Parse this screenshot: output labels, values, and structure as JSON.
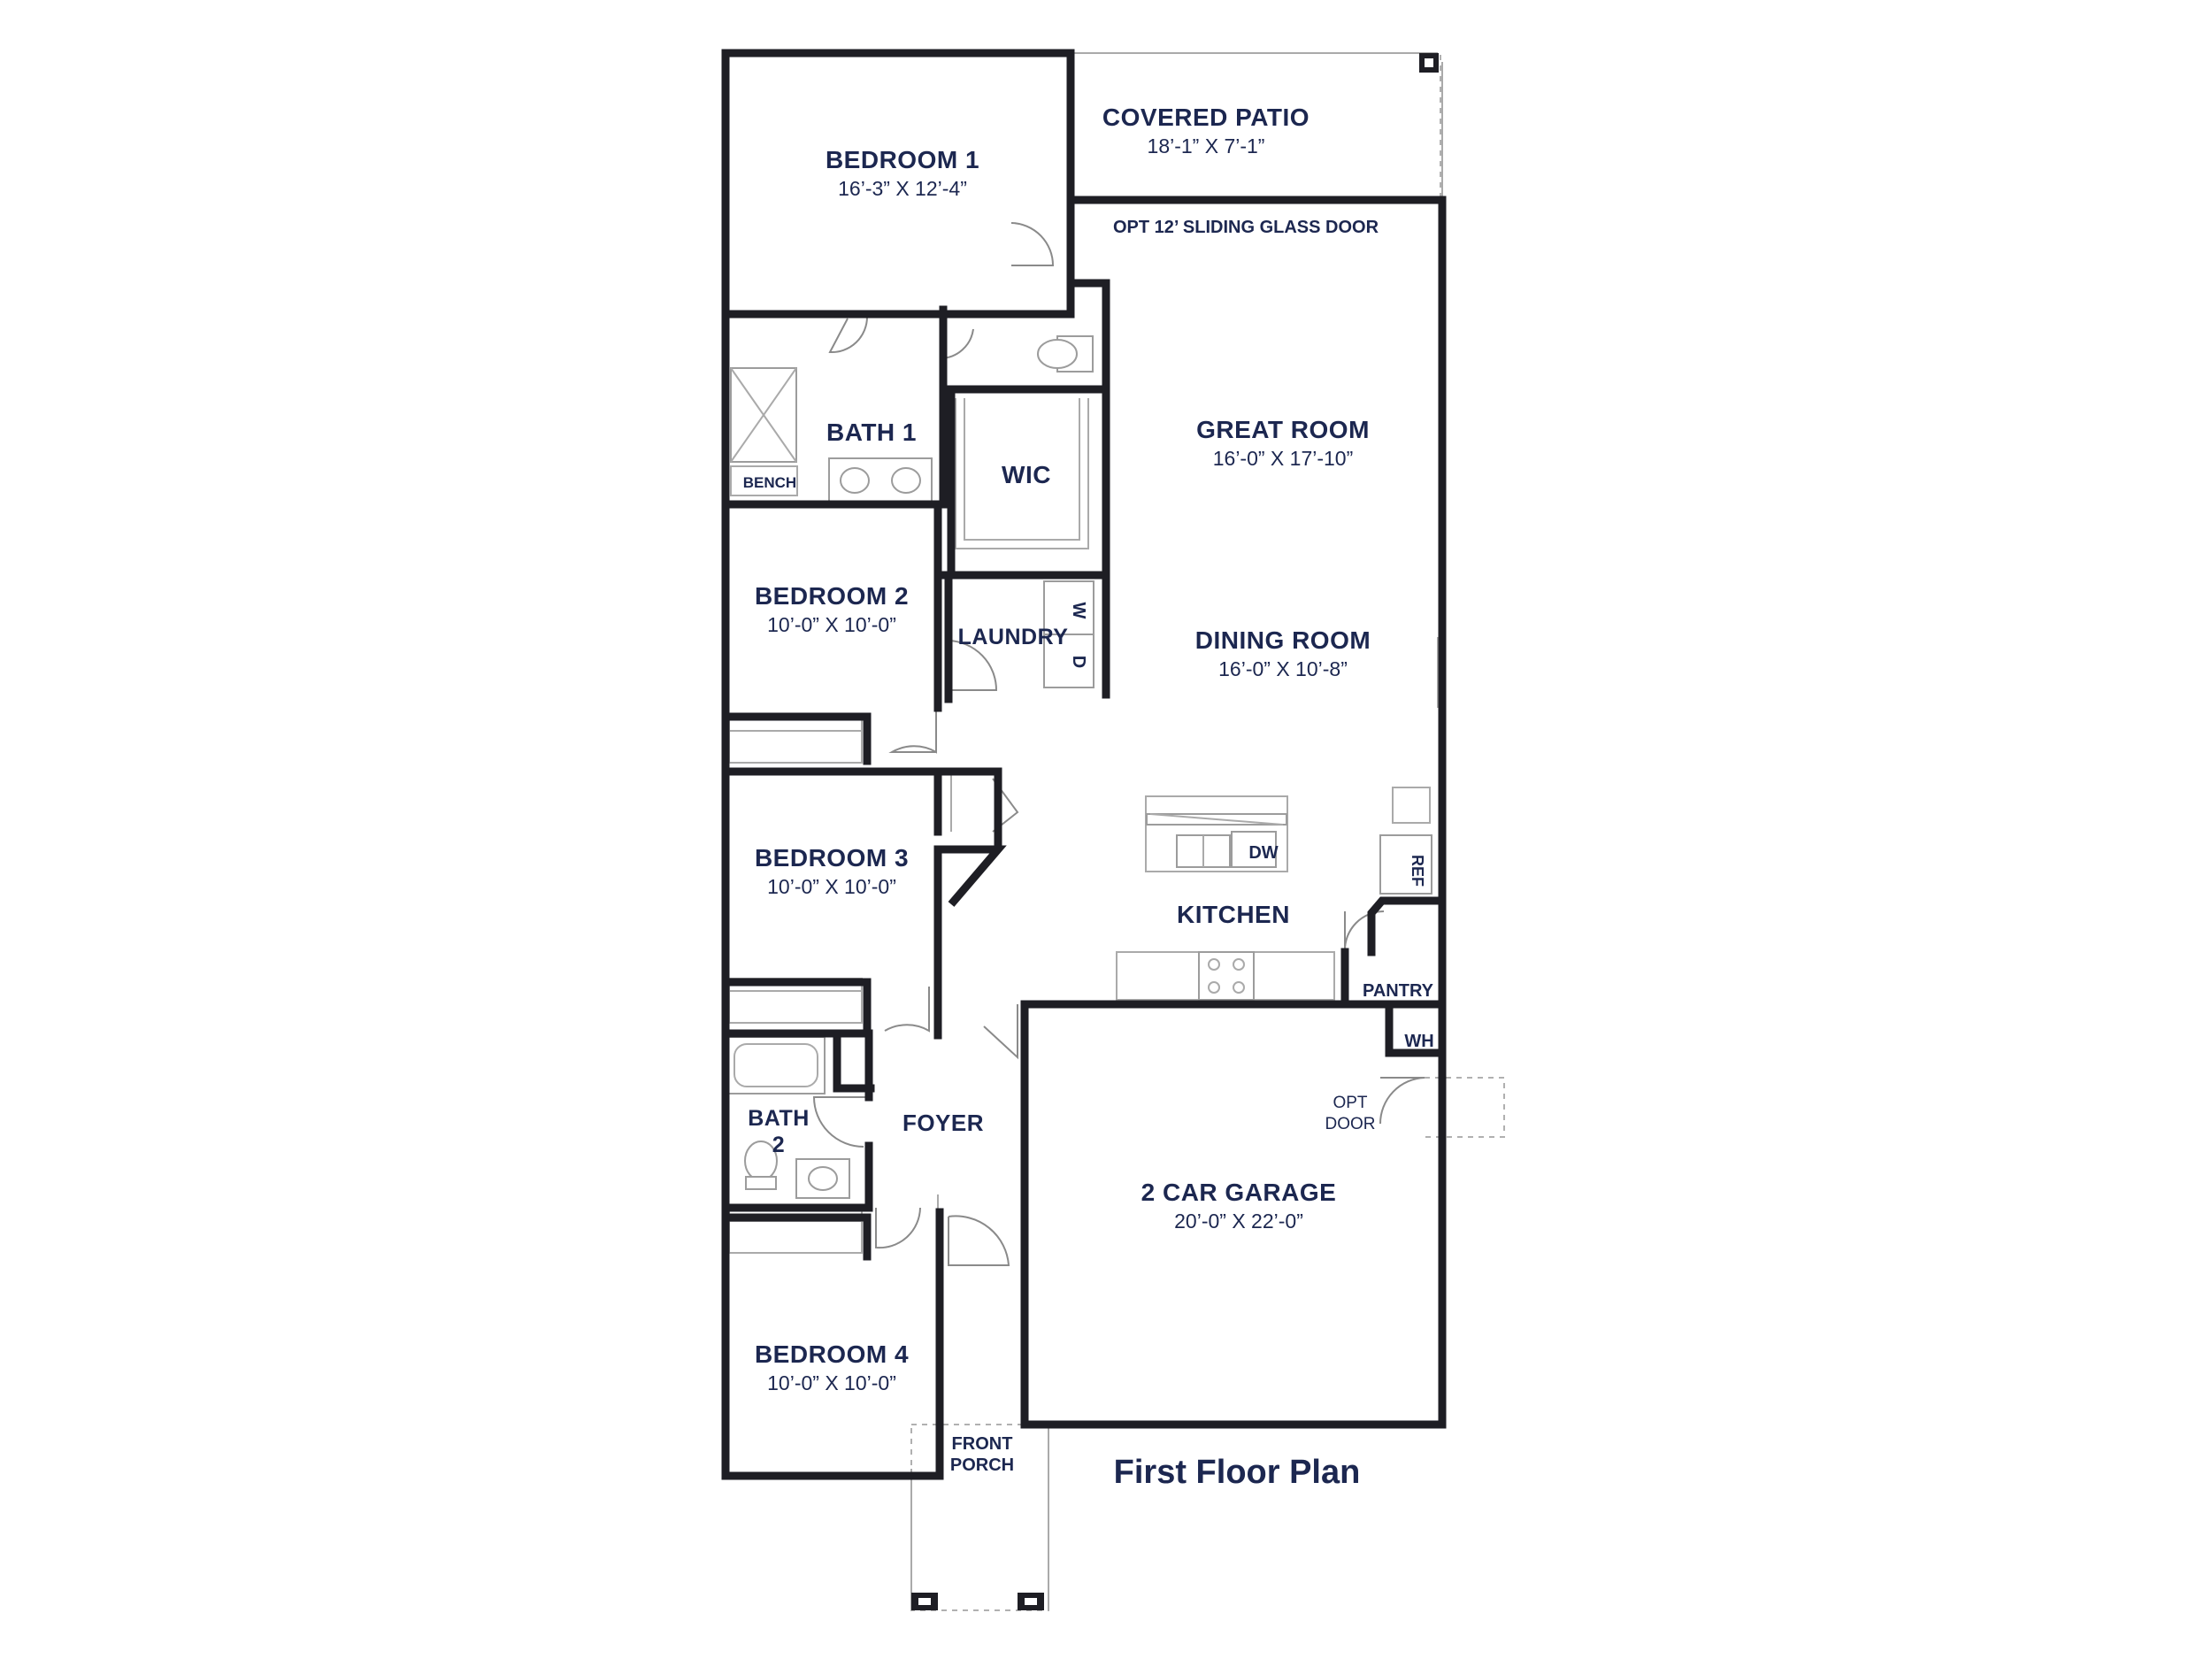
{
  "title": "First Floor Plan",
  "colors": {
    "ink": "#1c2750",
    "wall": "#1e1e24",
    "background": "#ffffff"
  },
  "rooms": {
    "covered_patio": {
      "name": "COVERED PATIO",
      "size": "18’-1” X 7’-1”"
    },
    "bedroom_1": {
      "name": "BEDROOM 1",
      "size": "16’-3” X 12’-4”"
    },
    "great_room": {
      "name": "GREAT ROOM",
      "size": "16’-0” X 17’-10”"
    },
    "bath_1": {
      "name": "BATH 1"
    },
    "wic": {
      "name": "WIC"
    },
    "bedroom_2": {
      "name": "BEDROOM 2",
      "size": "10’-0” X 10’-0”"
    },
    "laundry": {
      "name": "LAUNDRY"
    },
    "dining_room": {
      "name": "DINING ROOM",
      "size": "16’-0” X 10’-8”"
    },
    "bedroom_3": {
      "name": "BEDROOM 3",
      "size": "10’-0” X 10’-0”"
    },
    "kitchen": {
      "name": "KITCHEN"
    },
    "pantry": {
      "name": "PANTRY"
    },
    "bath_2": {
      "line1": "BATH",
      "line2": "2"
    },
    "foyer": {
      "name": "FOYER"
    },
    "garage": {
      "name": "2 CAR GARAGE",
      "size": "20’-0” X 22’-0”"
    },
    "bedroom_4": {
      "name": "BEDROOM 4",
      "size": "10’-0” X 10’-0”"
    },
    "front_porch": {
      "line1": "FRONT",
      "line2": "PORCH"
    }
  },
  "labels": {
    "sliding_door": "OPT 12’ SLIDING GLASS DOOR",
    "bench": "BENCH",
    "washer": "W",
    "dryer": "D",
    "dishwasher": "DW",
    "refrigerator": "REF",
    "water_heater": "WH",
    "opt_door_line1": "OPT",
    "opt_door_line2": "DOOR"
  }
}
